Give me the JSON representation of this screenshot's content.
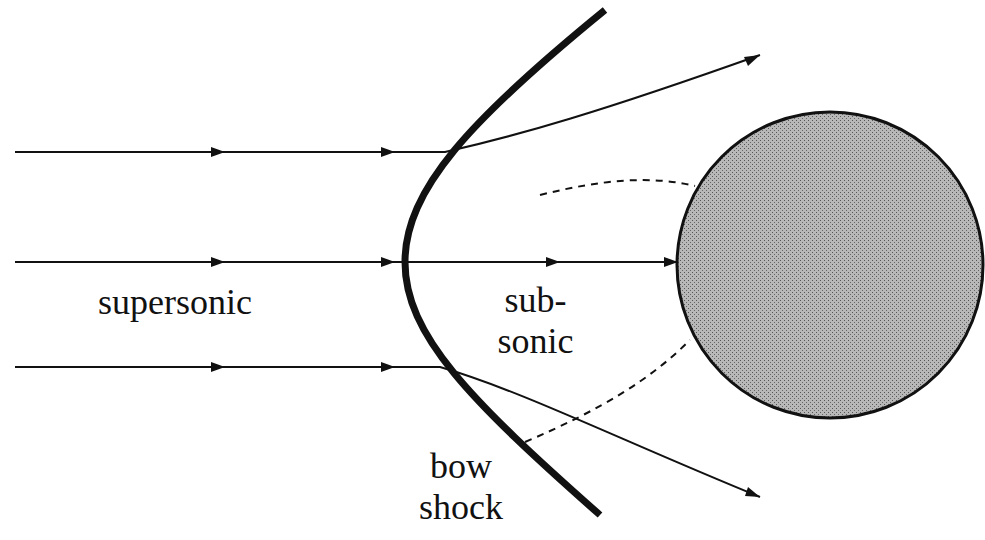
{
  "diagram": {
    "labels": [
      "supersonic",
      "sub- sonic",
      "bow shock"
    ]
  }
}
